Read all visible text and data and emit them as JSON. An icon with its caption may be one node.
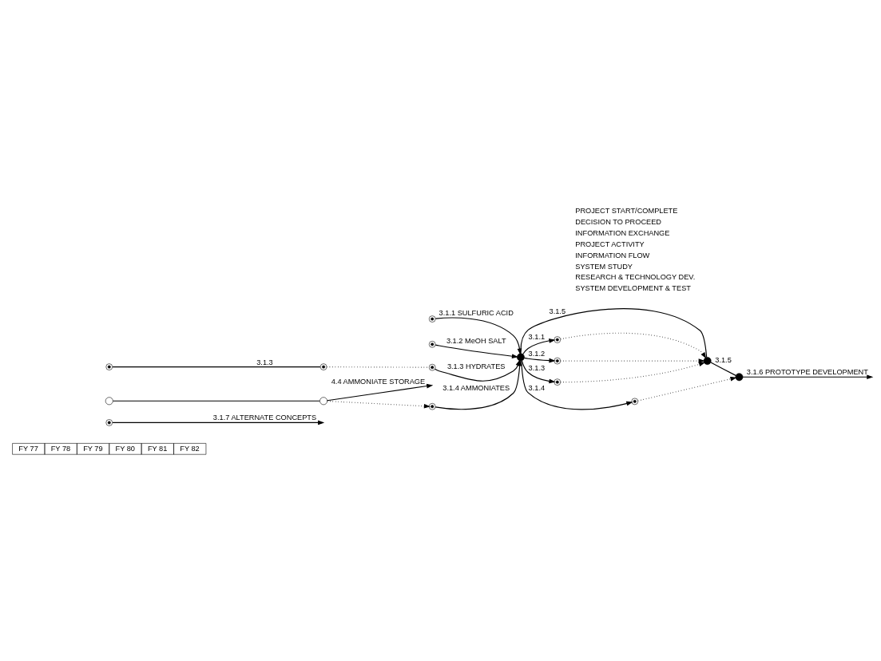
{
  "diagram": {
    "nodes": [
      {
        "text": [],
        "shape": "circle"
      },
      {
        "text": [],
        "shape": "circle"
      },
      {
        "text": [],
        "shape": "circle"
      },
      {
        "text": [],
        "shape": "circle"
      },
      {
        "text": [],
        "shape": "circle"
      },
      {
        "text": [],
        "shape": "circle"
      },
      {
        "text": [],
        "shape": "circle"
      },
      {
        "text": [],
        "shape": "circle"
      },
      {
        "text": [],
        "shape": "circle"
      },
      {
        "text": [],
        "shape": "circle"
      },
      {
        "text": [],
        "shape": "circle"
      },
      {
        "text": [],
        "shape": "circle"
      },
      {
        "text": [],
        "shape": "circle"
      },
      {
        "text": [],
        "shape": "circle"
      },
      {
        "text": [],
        "shape": "circle"
      },
      {
        "text": [],
        "shape": "circle"
      }
    ],
    "edges": [
      {
        "from": 0,
        "to": null,
        "arrow": "to",
        "label": "3.1.7 ALTERNATE CONCEPTS"
      },
      {
        "from": 1,
        "to": 9,
        "arrow": "to",
        "label": "3.1.1 SULFURIC ACID"
      },
      {
        "from": 2,
        "to": 9,
        "arrow": "to",
        "label": "3.1.2 MeOH SALT"
      },
      {
        "from": 3,
        "to": 4,
        "arrow": "none",
        "label": "3.1.3"
      },
      {
        "from": 4,
        "to": 5,
        "arrow": "none",
        "style": "dashed"
      },
      {
        "from": 5,
        "to": 9,
        "arrow": "to",
        "label": "3.1.3 HYDRATES"
      },
      {
        "from": 6,
        "to": 9,
        "arrow": "to",
        "label": "3.1.4 AMMONIATES"
      },
      {
        "from": 7,
        "to": 8,
        "arrow": "none"
      },
      {
        "from": 8,
        "to": null,
        "arrow": "to",
        "label": "4.4 AMMONIATE STORAGE"
      },
      {
        "from": 8,
        "to": 6,
        "arrow": "to",
        "style": "dashed"
      },
      {
        "from": 9,
        "to": 10,
        "arrow": "to",
        "label": "3.1.1"
      },
      {
        "from": 9,
        "to": 11,
        "arrow": "to",
        "label": "3.1.2"
      },
      {
        "from": 9,
        "to": 12,
        "arrow": "to",
        "label": "3.1.3"
      },
      {
        "from": 9,
        "to": 13,
        "arrow": "to",
        "label": "3.1.4"
      },
      {
        "from": 9,
        "to": 14,
        "arrow": "none",
        "label": "3.1.5"
      },
      {
        "from": 14,
        "to": 15,
        "arrow": "none",
        "label": "3.1.5"
      },
      {
        "from": 15,
        "to": null,
        "arrow": "to",
        "label": "3.1.6 PROTOTYPE DEVELOPMENT"
      },
      {
        "from": 10,
        "to": 14,
        "arrow": "to",
        "style": "dashed"
      },
      {
        "from": 11,
        "to": 14,
        "arrow": "to",
        "style": "dashed"
      },
      {
        "from": 12,
        "to": 14,
        "arrow": "to",
        "style": "dashed"
      },
      {
        "from": 13,
        "to": 15,
        "arrow": "to",
        "style": "dashed"
      }
    ],
    "labels": [
      "FY 77",
      "FY 78",
      "FY 79",
      "FY 80",
      "FY 81",
      "FY 82"
    ],
    "legend": [
      {
        "text": "PROJECT START/COMPLETE"
      },
      {
        "text": "DECISION TO PROCEED"
      },
      {
        "text": "INFORMATION EXCHANGE"
      },
      {
        "text": "PROJECT ACTIVITY"
      },
      {
        "text": "INFORMATION FLOW"
      },
      {
        "text": "SYSTEM STUDY"
      },
      {
        "text": "RESEARCH & TECHNOLOGY DEV."
      },
      {
        "text": "SYSTEM DEVELOPMENT & TEST"
      }
    ]
  }
}
